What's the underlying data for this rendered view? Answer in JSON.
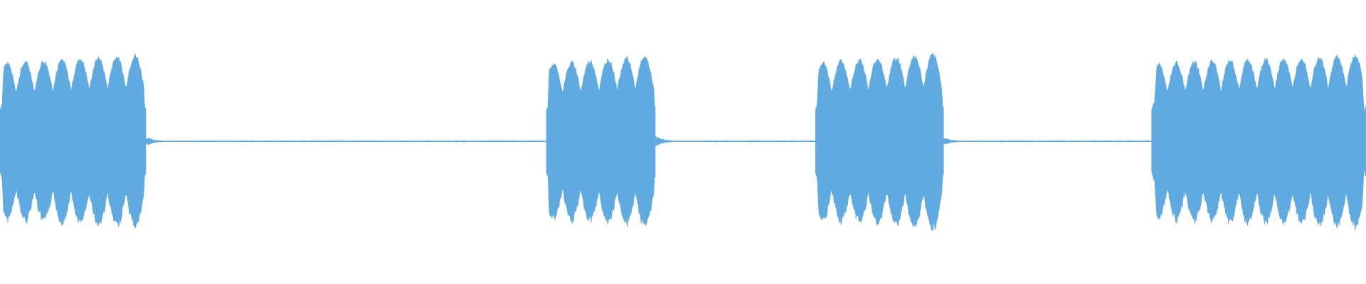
{
  "waveform": {
    "color": "#5eaae1",
    "background": "#ffffff",
    "peak_level": 0.98,
    "segments": [
      {
        "name": "burst-1",
        "kind": "burst",
        "start_fraction": 0.0,
        "end_fraction": 0.107,
        "lobes": 8,
        "level": 0.93
      },
      {
        "name": "decay-1",
        "kind": "decay",
        "start_fraction": 0.107,
        "end_fraction": 0.14,
        "level": 0.05
      },
      {
        "name": "silence-1",
        "kind": "silence",
        "start_fraction": 0.14,
        "end_fraction": 0.4,
        "level": 0.005
      },
      {
        "name": "burst-2",
        "kind": "burst",
        "start_fraction": 0.4,
        "end_fraction": 0.48,
        "lobes": 6,
        "level": 0.92
      },
      {
        "name": "decay-2",
        "kind": "decay",
        "start_fraction": 0.48,
        "end_fraction": 0.51,
        "level": 0.06
      },
      {
        "name": "silence-2",
        "kind": "silence",
        "start_fraction": 0.51,
        "end_fraction": 0.597,
        "level": 0.005
      },
      {
        "name": "burst-3",
        "kind": "burst",
        "start_fraction": 0.597,
        "end_fraction": 0.691,
        "lobes": 7,
        "level": 0.94
      },
      {
        "name": "decay-3",
        "kind": "decay",
        "start_fraction": 0.691,
        "end_fraction": 0.72,
        "level": 0.05
      },
      {
        "name": "silence-3",
        "kind": "silence",
        "start_fraction": 0.72,
        "end_fraction": 0.843,
        "level": 0.005
      },
      {
        "name": "burst-4",
        "kind": "burst",
        "start_fraction": 0.843,
        "end_fraction": 1.0,
        "lobes": 12,
        "level": 0.93
      }
    ]
  }
}
